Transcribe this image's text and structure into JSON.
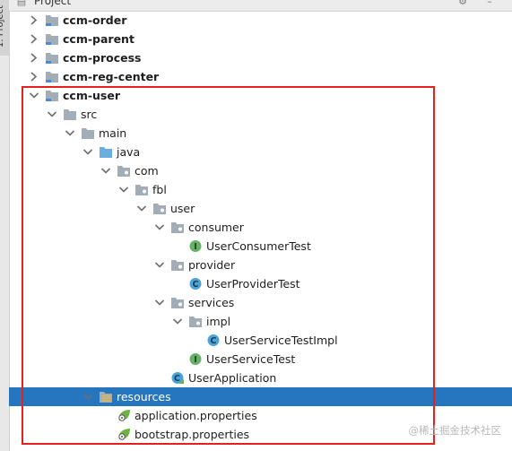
{
  "panel": {
    "title": "Project",
    "side_tab_label": "1: Project"
  },
  "tree": [
    {
      "label": "ccm-order",
      "icon": "module-folder-icon",
      "arrow": "collapsed",
      "bold": true
    },
    {
      "label": "ccm-parent",
      "icon": "module-folder-icon",
      "arrow": "collapsed",
      "bold": true
    },
    {
      "label": "ccm-process",
      "icon": "module-folder-icon",
      "arrow": "collapsed",
      "bold": true
    },
    {
      "label": "ccm-reg-center",
      "icon": "module-folder-icon",
      "arrow": "collapsed",
      "bold": true
    },
    {
      "label": "ccm-user",
      "icon": "module-folder-icon",
      "arrow": "expanded",
      "bold": true
    },
    {
      "label": "src",
      "icon": "folder-icon",
      "arrow": "expanded"
    },
    {
      "label": "main",
      "icon": "folder-icon",
      "arrow": "expanded"
    },
    {
      "label": "java",
      "icon": "source-folder-icon",
      "arrow": "expanded"
    },
    {
      "label": "com",
      "icon": "package-icon",
      "arrow": "expanded"
    },
    {
      "label": "fbl",
      "icon": "package-icon",
      "arrow": "expanded"
    },
    {
      "label": "user",
      "icon": "package-icon",
      "arrow": "expanded"
    },
    {
      "label": "consumer",
      "icon": "package-icon",
      "arrow": "expanded"
    },
    {
      "label": "UserConsumerTest",
      "icon": "interface-icon",
      "arrow": "none"
    },
    {
      "label": "provider",
      "icon": "package-icon",
      "arrow": "expanded"
    },
    {
      "label": "UserProviderTest",
      "icon": "class-icon",
      "arrow": "none"
    },
    {
      "label": "services",
      "icon": "package-icon",
      "arrow": "expanded"
    },
    {
      "label": "impl",
      "icon": "package-icon",
      "arrow": "expanded"
    },
    {
      "label": "UserServiceTestImpl",
      "icon": "class-icon",
      "arrow": "none"
    },
    {
      "label": "UserServiceTest",
      "icon": "interface-icon",
      "arrow": "none"
    },
    {
      "label": "UserApplication",
      "icon": "spring-class-icon",
      "arrow": "none"
    },
    {
      "label": "resources",
      "icon": "resources-folder-icon",
      "arrow": "expanded",
      "selected": true
    },
    {
      "label": "application.properties",
      "icon": "spring-properties-icon",
      "arrow": "none"
    },
    {
      "label": "bootstrap.properties",
      "icon": "spring-properties-icon",
      "arrow": "none"
    }
  ],
  "watermark": "@稀土掘金技术社区",
  "colors": {
    "selection": "#2675bf",
    "highlight_box": "#e8201c",
    "interface_badge": "#68b068",
    "class_badge": "#4da3d8",
    "folder": "#a3adb7",
    "source_folder": "#6aaee0",
    "spring_leaf": "#6db33f"
  }
}
